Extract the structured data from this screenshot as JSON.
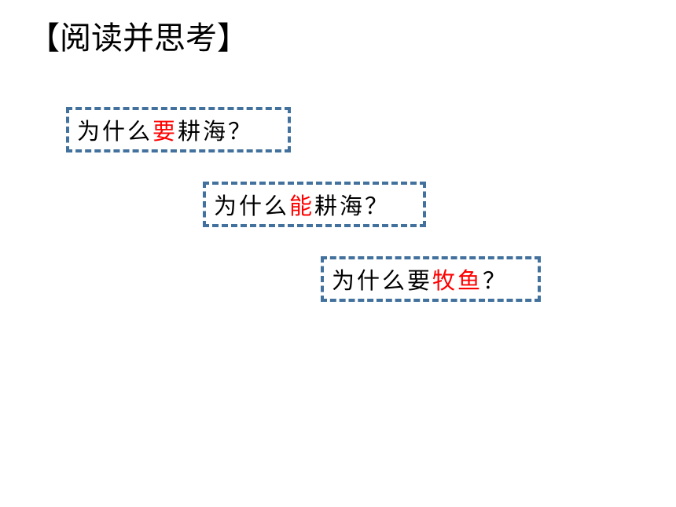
{
  "slide": {
    "title": "【阅读并思考】",
    "questions": [
      {
        "prefix": "为什么",
        "highlight": "要",
        "suffix": "耕海？"
      },
      {
        "prefix": "为什么",
        "highlight": "能",
        "suffix": "耕海？"
      },
      {
        "prefix": "为什么要",
        "highlight": "牧鱼",
        "suffix": "？"
      }
    ]
  },
  "colors": {
    "highlight": "#ff0000",
    "box_border": "#41719c",
    "text": "#000000"
  }
}
